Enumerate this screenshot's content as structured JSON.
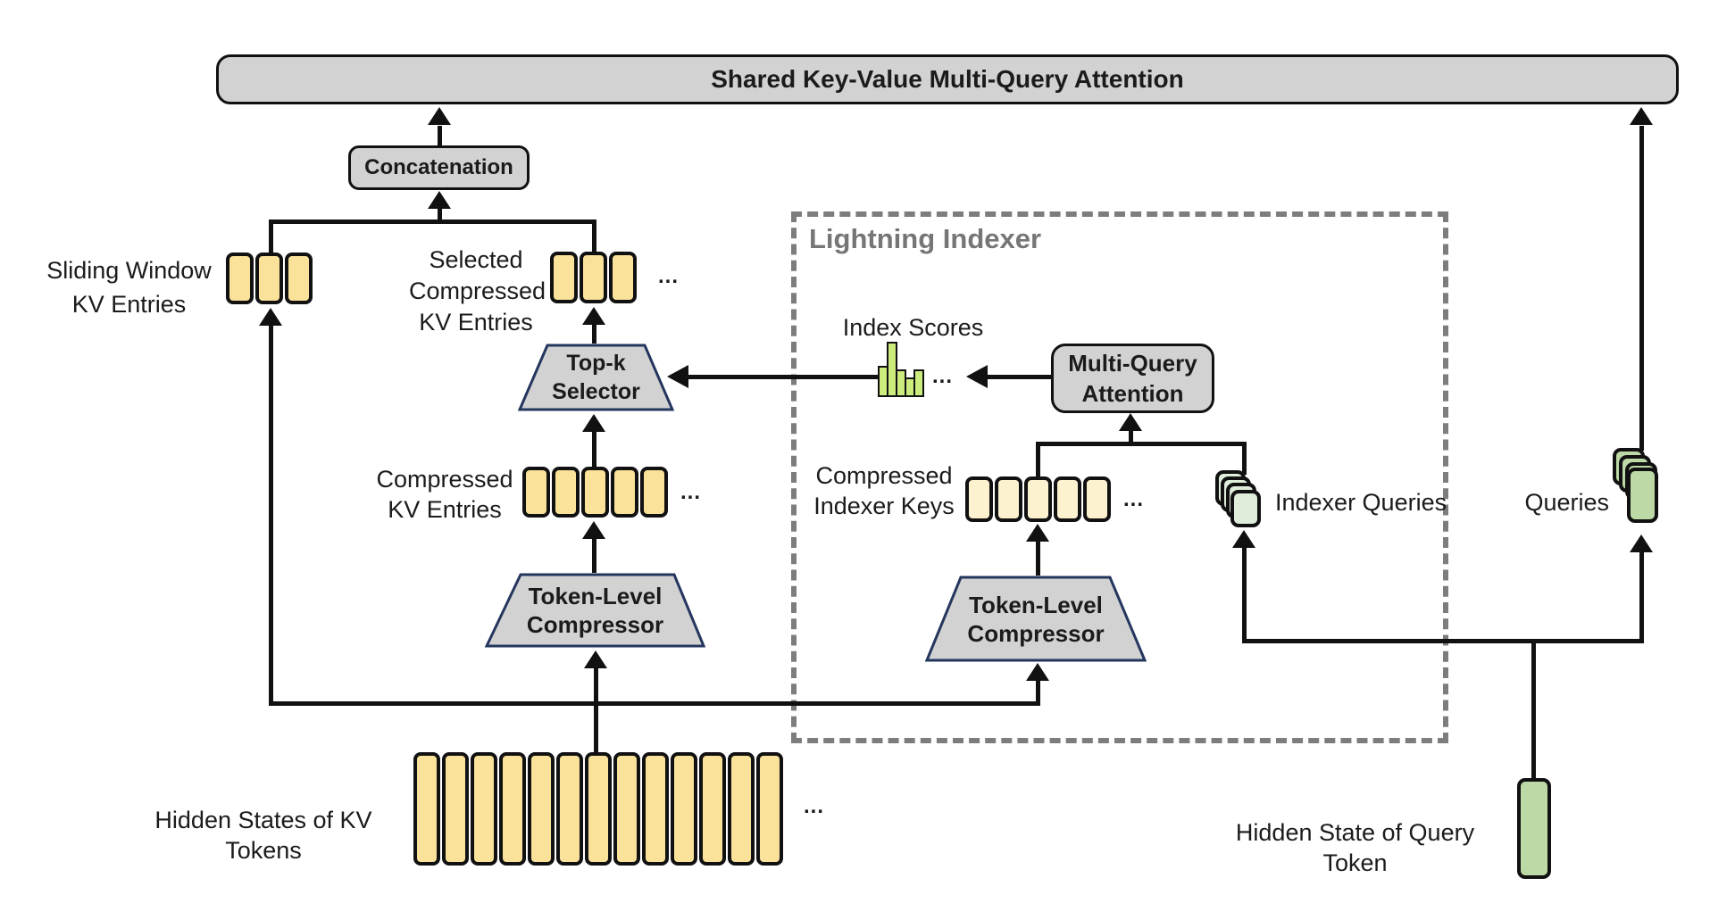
{
  "title_bar": {
    "label": "Shared Key-Value Multi-Query Attention"
  },
  "boxes": {
    "concatenation": "Concatenation",
    "top_k_selector": [
      "Top-k",
      "Selector"
    ],
    "token_level_compressor_kv": [
      "Token-Level",
      "Compressor"
    ],
    "token_level_compressor_indexer": [
      "Token-Level",
      "Compressor"
    ],
    "multi_query_attention": [
      "Multi-Query",
      "Attention"
    ],
    "lightning_indexer": "Lightning Indexer"
  },
  "labels": {
    "sliding_window": [
      "Sliding Window",
      "KV Entries"
    ],
    "selected_compressed": [
      "Selected",
      "Compressed",
      "KV Entries"
    ],
    "compressed_kv": [
      "Compressed",
      "KV Entries"
    ],
    "hidden_states_kv": "Hidden States of KV Tokens",
    "index_scores": "Index Scores",
    "compressed_indexer_keys": [
      "Compressed",
      "Indexer Keys"
    ],
    "indexer_queries": "Indexer Queries",
    "queries": "Queries",
    "hidden_state_query": "Hidden State of Query Token"
  },
  "ellipsis": "...",
  "cells": {
    "sliding_window_count": 3,
    "selected_count": 3,
    "compressed_kv_count": 5,
    "hidden_states_count": 13,
    "indexer_keys_count": 5,
    "indexer_queries_stack_count": 4,
    "queries_stack_count": 4
  },
  "index_scores_chart": {
    "type": "bar",
    "title": "Index Scores",
    "values": [
      0.57,
      1.0,
      0.5,
      0.36,
      0.5
    ],
    "note": "relative bar heights, truncated series shown with ellipsis"
  },
  "colors": {
    "kv_cell_yellow": "#fbe29b",
    "indexer_key_cream": "#fdf2d0",
    "query_green": "#bcd9a6",
    "indexer_query_green": "#dfeddb",
    "score_bar_green": "#cdec7e",
    "box_gray": "#d2d2d2",
    "trapezoid_border": "#24365e",
    "dashed_border_gray": "#7d7d7d",
    "line_black": "#111111"
  }
}
